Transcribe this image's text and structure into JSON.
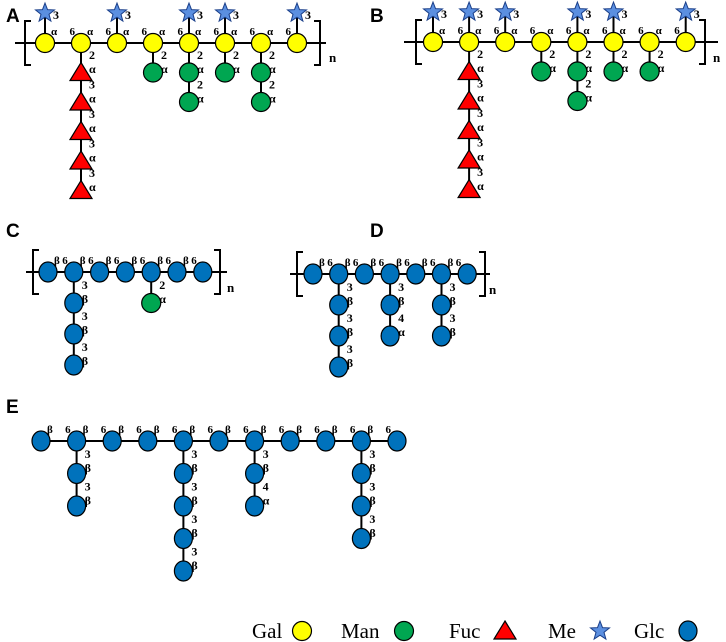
{
  "colors": {
    "Gal": "#ffff00",
    "Man": "#00a651",
    "Fuc": "#ff0000",
    "Me": "#5b8fe0",
    "Glc": "#0072bc"
  },
  "panels": [
    {
      "label": "A",
      "repeat_label": "n",
      "backbone": {
        "residue": "Gal",
        "count": 8,
        "linkage": [
          "α",
          "6"
        ]
      },
      "methyl": {
        "positions": [
          0,
          2,
          4,
          5,
          7
        ],
        "linkage": "3"
      },
      "branches": [
        {
          "at": 1,
          "residue": "Fuc",
          "linkages": [
            [
              "2",
              "α"
            ],
            [
              "3",
              "α"
            ],
            [
              "3",
              "α"
            ],
            [
              "3",
              "α"
            ],
            [
              "3",
              "α"
            ]
          ]
        },
        {
          "at": 3,
          "residue": "Man",
          "linkages": [
            [
              "2",
              "α"
            ]
          ]
        },
        {
          "at": 4,
          "residue": "Man",
          "linkages": [
            [
              "2",
              "α"
            ],
            [
              "2",
              "α"
            ]
          ]
        },
        {
          "at": 5,
          "residue": "Man",
          "linkages": [
            [
              "2",
              "α"
            ]
          ]
        },
        {
          "at": 6,
          "residue": "Man",
          "linkages": [
            [
              "2",
              "α"
            ],
            [
              "2",
              "α"
            ]
          ]
        }
      ]
    },
    {
      "label": "B",
      "repeat_label": "n",
      "backbone": {
        "residue": "Gal",
        "count": 8,
        "linkage": [
          "α",
          "6"
        ]
      },
      "methyl": {
        "positions": [
          0,
          1,
          2,
          4,
          5,
          7
        ],
        "linkage": "3"
      },
      "branches": [
        {
          "at": 1,
          "residue": "Fuc",
          "linkages": [
            [
              "2",
              "α"
            ],
            [
              "3",
              "α"
            ],
            [
              "3",
              "α"
            ],
            [
              "3",
              "α"
            ],
            [
              "3",
              "α"
            ]
          ]
        },
        {
          "at": 3,
          "residue": "Man",
          "linkages": [
            [
              "2",
              "α"
            ]
          ]
        },
        {
          "at": 4,
          "residue": "Man",
          "linkages": [
            [
              "2",
              "α"
            ],
            [
              "2",
              "α"
            ]
          ]
        },
        {
          "at": 5,
          "residue": "Man",
          "linkages": [
            [
              "2",
              "α"
            ]
          ]
        },
        {
          "at": 6,
          "residue": "Man",
          "linkages": [
            [
              "2",
              "α"
            ]
          ]
        }
      ]
    },
    {
      "label": "C",
      "repeat_label": "n",
      "backbone": {
        "residue": "Glc",
        "count": 7,
        "linkage": [
          "β",
          "6"
        ]
      },
      "methyl": {
        "positions": [],
        "linkage": ""
      },
      "branches": [
        {
          "at": 1,
          "residue": "Glc",
          "linkages": [
            [
              "3",
              "β"
            ],
            [
              "3",
              "β"
            ],
            [
              "3",
              "β"
            ]
          ]
        },
        {
          "at": 4,
          "residue": "Man",
          "linkages": [
            [
              "2",
              "α"
            ]
          ]
        }
      ]
    },
    {
      "label": "D",
      "repeat_label": "n",
      "backbone": {
        "residue": "Glc",
        "count": 7,
        "linkage": [
          "β",
          "6"
        ]
      },
      "methyl": {
        "positions": [],
        "linkage": ""
      },
      "branches": [
        {
          "at": 1,
          "residue": "Glc",
          "linkages": [
            [
              "3",
              "β"
            ],
            [
              "3",
              "β"
            ],
            [
              "3",
              "β"
            ]
          ]
        },
        {
          "at": 3,
          "residue": "Glc",
          "linkages": [
            [
              "3",
              "β"
            ],
            [
              "4",
              "α"
            ]
          ]
        },
        {
          "at": 5,
          "residue": "Glc",
          "linkages": [
            [
              "3",
              "β"
            ],
            [
              "3",
              "β"
            ]
          ]
        }
      ]
    },
    {
      "label": "E",
      "repeat_label": "",
      "backbone": {
        "residue": "Glc",
        "count": 11,
        "linkage": [
          "β",
          "6"
        ]
      },
      "methyl": {
        "positions": [],
        "linkage": ""
      },
      "branches": [
        {
          "at": 1,
          "residue": "Glc",
          "linkages": [
            [
              "3",
              "β"
            ],
            [
              "3",
              "β"
            ]
          ]
        },
        {
          "at": 4,
          "residue": "Glc",
          "linkages": [
            [
              "3",
              "β"
            ],
            [
              "3",
              "β"
            ],
            [
              "3",
              "β"
            ],
            [
              "3",
              "β"
            ]
          ]
        },
        {
          "at": 6,
          "residue": "Glc",
          "linkages": [
            [
              "3",
              "β"
            ],
            [
              "4",
              "α"
            ]
          ]
        },
        {
          "at": 9,
          "residue": "Glc",
          "linkages": [
            [
              "3",
              "β"
            ],
            [
              "3",
              "β"
            ],
            [
              "3",
              "β"
            ]
          ]
        }
      ]
    }
  ],
  "legend": [
    {
      "label": "Gal",
      "residue": "Gal"
    },
    {
      "label": "Man",
      "residue": "Man"
    },
    {
      "label": "Fuc",
      "residue": "Fuc"
    },
    {
      "label": "Me",
      "residue": "Me"
    },
    {
      "label": "Glc",
      "residue": "Glc"
    }
  ]
}
